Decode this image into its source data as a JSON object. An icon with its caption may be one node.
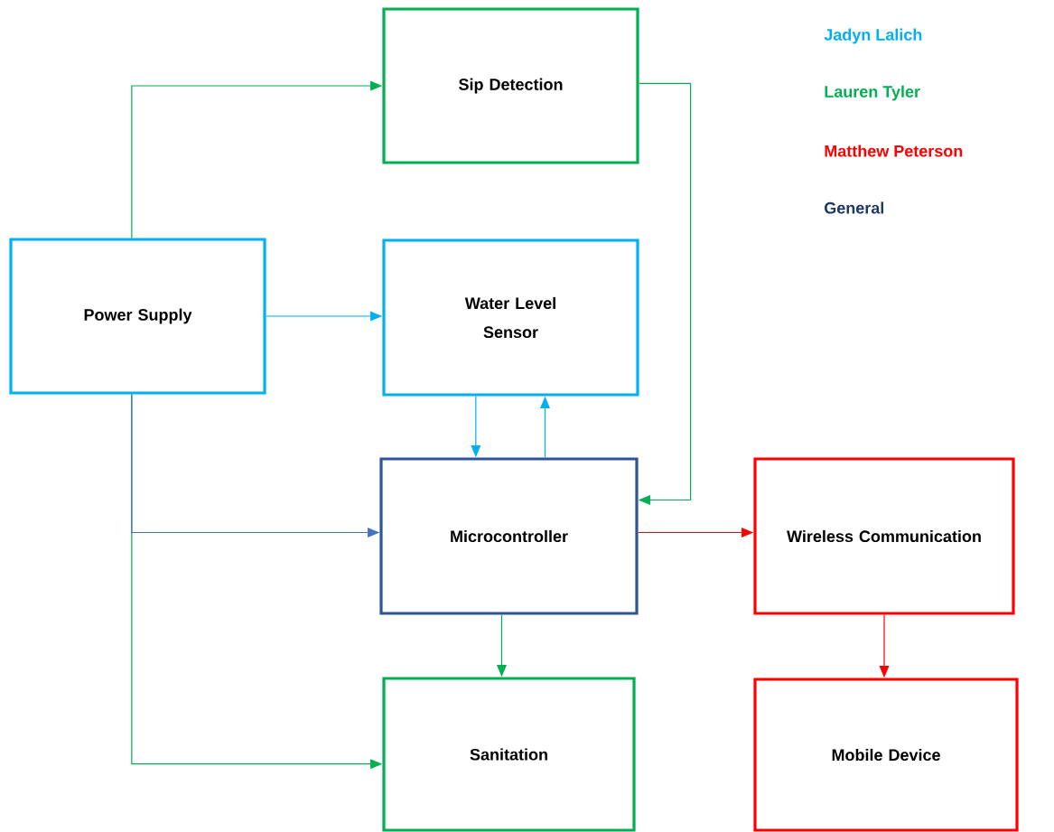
{
  "diagram": {
    "nodes": [
      {
        "text": [
          "Sip Detection"
        ]
      },
      {
        "text": [
          "Power Supply"
        ]
      },
      {
        "text": [
          "Water Level Sensor"
        ]
      },
      {
        "text": [
          "Microcontroller"
        ]
      },
      {
        "text": [
          "Wireless Communication"
        ]
      },
      {
        "text": [
          "Sanitation"
        ]
      },
      {
        "text": [
          "Mobile Device"
        ]
      }
    ],
    "edges": [
      {
        "from": 1,
        "to": 0,
        "arrow": "to",
        "color": "#00b050"
      },
      {
        "from": 1,
        "to": 2,
        "arrow": "to",
        "color": "#00b0f0"
      },
      {
        "from": 2,
        "to": 3,
        "arrow": "to",
        "color": "#00b0f0"
      },
      {
        "from": 3,
        "to": 2,
        "arrow": "to",
        "color": "#00b0f0"
      },
      {
        "from": 0,
        "to": 3,
        "arrow": "to",
        "color": "#00b050"
      },
      {
        "from": 1,
        "to": 3,
        "arrow": "to",
        "color": "#4472c4"
      },
      {
        "from": 1,
        "to": 5,
        "arrow": "to",
        "color": "#00b050"
      },
      {
        "from": 3,
        "to": 5,
        "arrow": "to",
        "color": "#00b050"
      },
      {
        "from": 3,
        "to": 4,
        "arrow": "to",
        "color": "#ff0000"
      },
      {
        "from": 4,
        "to": 6,
        "arrow": "to",
        "color": "#ff0000"
      }
    ],
    "legend": [
      {
        "text": "Jadyn Lalich",
        "color": "#00b0f0"
      },
      {
        "text": "Lauren Tyler",
        "color": "#00b050"
      },
      {
        "text": "Matthew Peterson",
        "color": "#ff0000"
      },
      {
        "text": "General",
        "color": "#203864"
      }
    ]
  }
}
